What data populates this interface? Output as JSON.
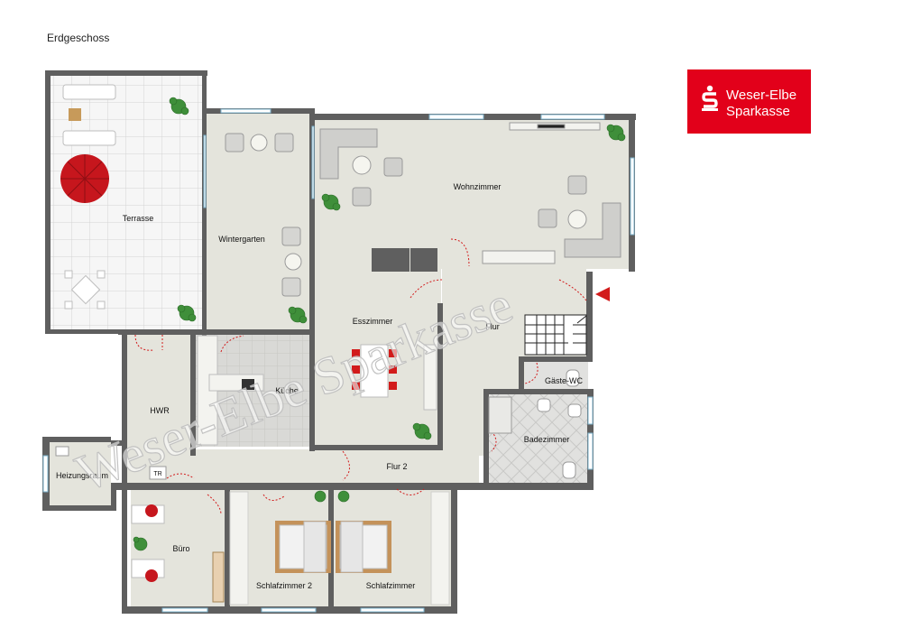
{
  "header": {
    "floor_title": "Erdgeschoss"
  },
  "logo": {
    "line1": "Weser-Elbe",
    "line2": "Sparkasse",
    "color": "#e2001a"
  },
  "watermark": {
    "text": "Weser-Elbe Sparkasse"
  },
  "rooms": {
    "terrasse": "Terrasse",
    "wintergarten": "Wintergarten",
    "wohnzimmer": "Wohnzimmer",
    "esszimmer": "Esszimmer",
    "kueche": "Küche",
    "flur": "Flur",
    "gaeste_wc": "Gäste-WC",
    "badezimmer": "Badezimmer",
    "hwr": "HWR",
    "heizungsraum": "Heizungsraum",
    "flur2": "Flur 2",
    "buero": "Büro",
    "schlafzimmer2": "Schlafzimmer 2",
    "schlafzimmer": "Schlafzimmer"
  },
  "fixtures": {
    "tr": "TR"
  },
  "colors": {
    "wall": "#5f5f5f",
    "floor": "#e4e4dc",
    "tile": "#f4f4f1",
    "window": "#b8d8e8"
  }
}
